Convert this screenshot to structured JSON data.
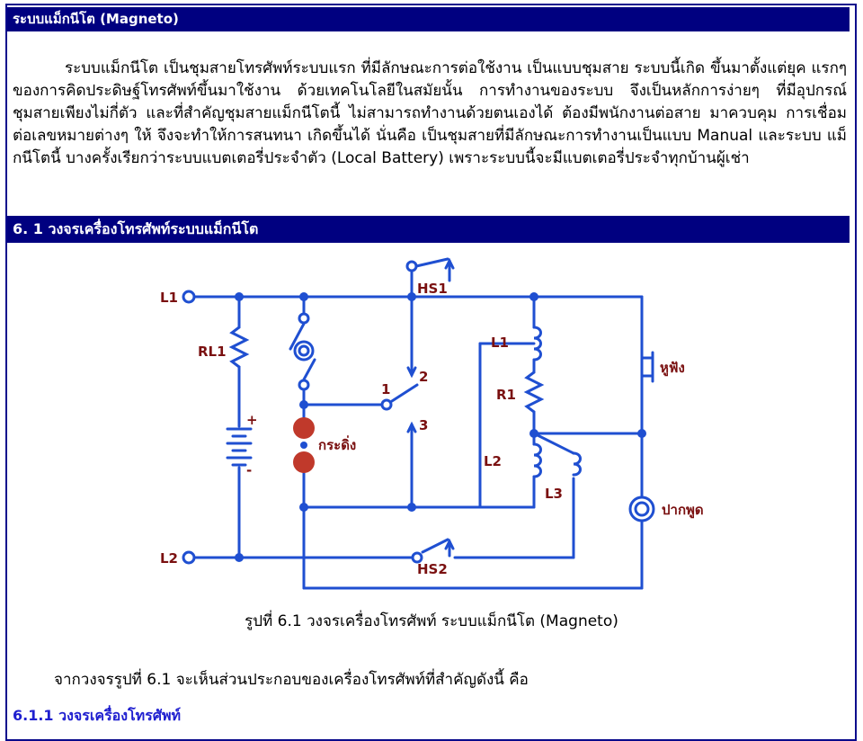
{
  "header1": "ระบบแม็กนีโต (Magneto)",
  "paragraph": "ระบบแม็กนีโต เป็นชุมสายโทรศัพท์ระบบแรก ที่มีลักษณะการต่อใช้งาน เป็นแบบชุมสาย ระบบนี้เกิด ขึ้นมาตั้งแต่ยุค แรกๆ ของการคิดประดิษฐ์โทรศัพท์ขึ้นมาใช้งาน ด้วยเทคโนโลยีในสมัยนั้น การทำงานของระบบ จึงเป็นหลักการง่ายๆ ที่มีอุปกรณ์ ชุมสายเพียงไม่กี่ตัว และที่สำคัญชุมสายแม็กนีโตนี้ ไม่สามารถทำงานด้วยตนเองได้ ต้องมีพนักงานต่อสาย มาควบคุม การเชื่อม ต่อเลขหมายต่างๆ ให้ จึงจะทำให้การสนทนา เกิดขึ้นได้ นั่นคือ เป็นชุมสายที่มีลักษณะการทำงานเป็นแบบ Manual และระบบ แม็กนีโตนี้ บางครั้งเรียกว่าระบบแบตเตอรี่ประจำตัว (Local Battery) เพราะระบบนี้จะมีแบตเตอรี่ประจำทุกบ้านผู้เช่า",
  "header2": "6. 1 วงจรเครื่องโทรศัพท์ระบบแม็กนีโต",
  "diagram": {
    "labels": {
      "L1": "L1",
      "L2": "L2",
      "RL1": "RL1",
      "HS1": "HS1",
      "HS2": "HS2",
      "coil_L1": "L1",
      "R1": "R1",
      "coil_L2": "L2",
      "L3": "L3",
      "sw1": "1",
      "sw2": "2",
      "sw3": "3",
      "plus": "+",
      "minus": "-",
      "bell": "กระดิ่ง",
      "receiver": "หูฟัง",
      "mic": "ปากพูด"
    },
    "colors": {
      "wire": "#1f4fd1",
      "label": "#7a1010",
      "bell": "#c0392b"
    }
  },
  "caption": "รูปที่ 6.1 วงจรเครื่องโทรศัพท์ ระบบแม็กนีโต (Magneto)",
  "line2": "จากวงจรรูปที่ 6.1 จะเห็นส่วนประกอบของเครื่องโทรศัพท์ที่สำคัญดังนี้ คือ",
  "subheading": "6.1.1 วงจรเครื่องโทรศัพท์"
}
